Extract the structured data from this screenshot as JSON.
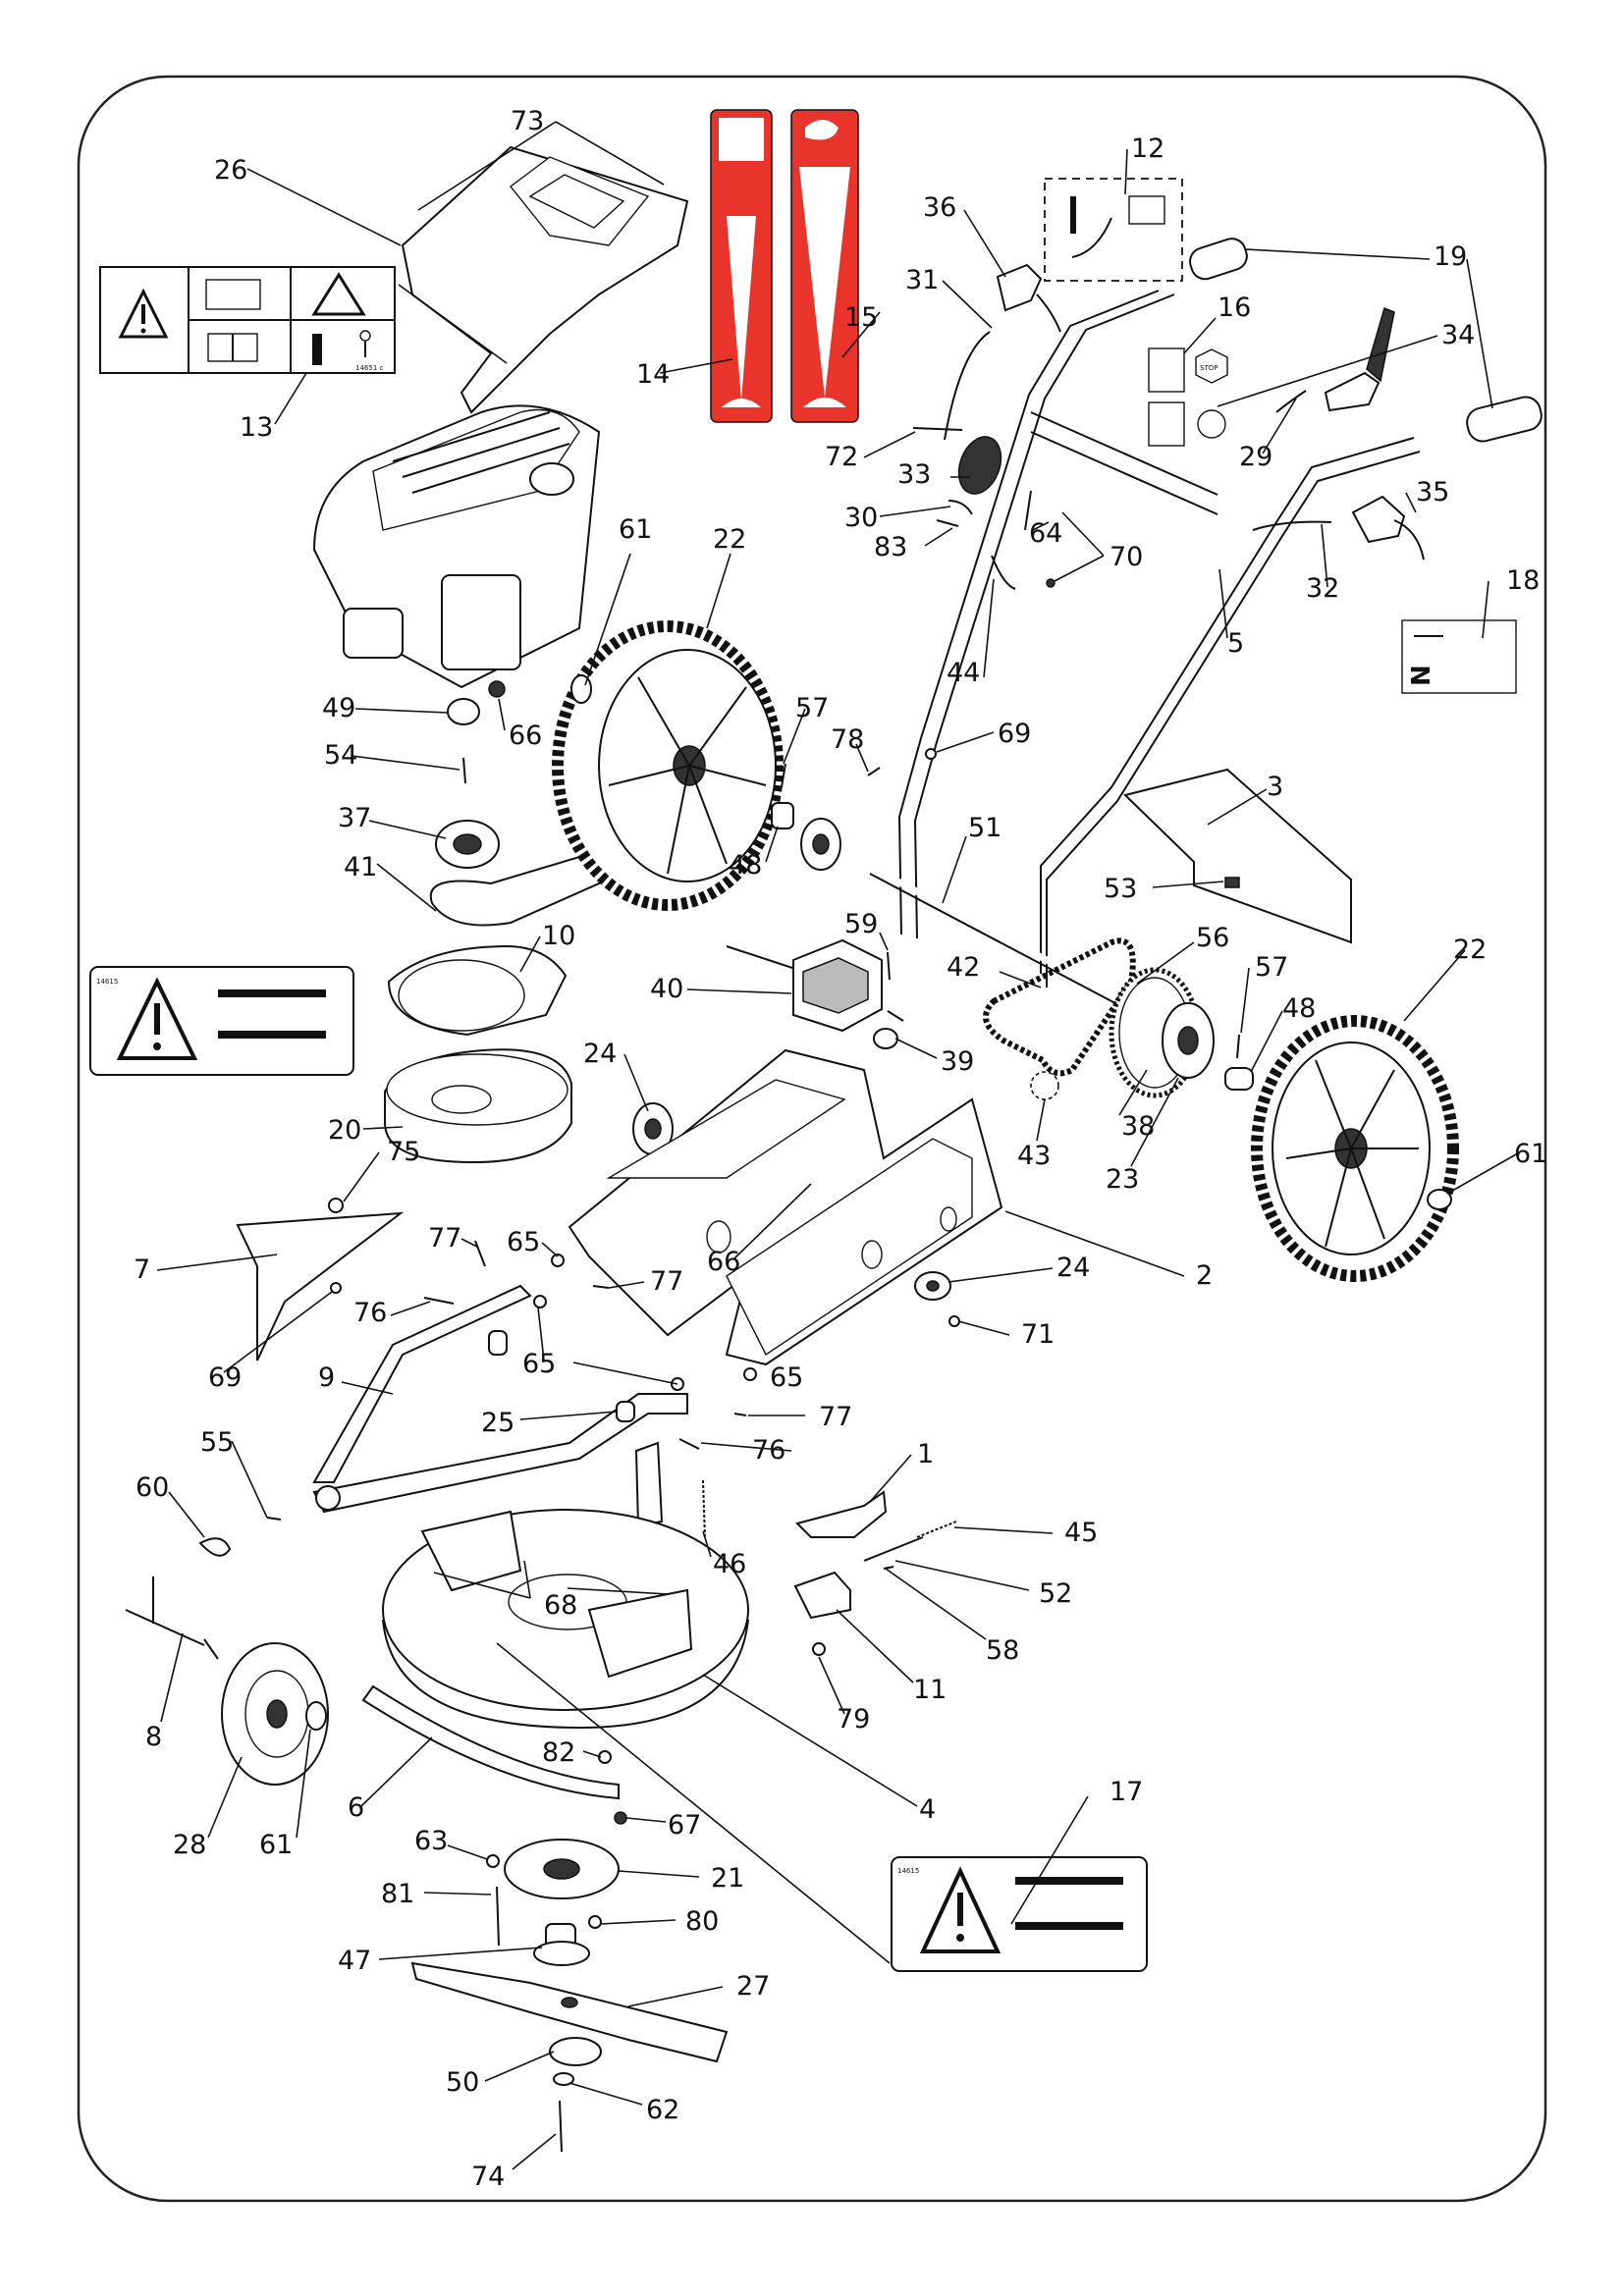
{
  "diagram": {
    "callouts": [
      {
        "id": "73",
        "label": "73"
      },
      {
        "id": "26",
        "label": "26"
      },
      {
        "id": "14",
        "label": "14"
      },
      {
        "id": "15",
        "label": "15"
      },
      {
        "id": "12",
        "label": "12"
      },
      {
        "id": "36",
        "label": "36"
      },
      {
        "id": "31",
        "label": "31"
      },
      {
        "id": "19",
        "label": "19"
      },
      {
        "id": "16",
        "label": "16"
      },
      {
        "id": "34",
        "label": "34"
      },
      {
        "id": "13",
        "label": "13"
      },
      {
        "id": "72",
        "label": "72"
      },
      {
        "id": "33",
        "label": "33"
      },
      {
        "id": "29",
        "label": "29"
      },
      {
        "id": "30",
        "label": "30"
      },
      {
        "id": "35",
        "label": "35"
      },
      {
        "id": "83",
        "label": "83"
      },
      {
        "id": "64",
        "label": "64"
      },
      {
        "id": "70",
        "label": "70"
      },
      {
        "id": "32",
        "label": "32"
      },
      {
        "id": "18",
        "label": "18"
      },
      {
        "id": "61",
        "label": "61"
      },
      {
        "id": "22",
        "label": "22"
      },
      {
        "id": "5",
        "label": "5"
      },
      {
        "id": "44",
        "label": "44"
      },
      {
        "id": "49",
        "label": "49"
      },
      {
        "id": "66",
        "label": "66"
      },
      {
        "id": "57",
        "label": "57"
      },
      {
        "id": "69",
        "label": "69"
      },
      {
        "id": "78",
        "label": "78"
      },
      {
        "id": "54",
        "label": "54"
      },
      {
        "id": "3",
        "label": "3"
      },
      {
        "id": "37",
        "label": "37"
      },
      {
        "id": "51",
        "label": "51"
      },
      {
        "id": "48",
        "label": "48"
      },
      {
        "id": "41",
        "label": "41"
      },
      {
        "id": "53",
        "label": "53"
      },
      {
        "id": "22b",
        "label": "22"
      },
      {
        "id": "10",
        "label": "10"
      },
      {
        "id": "56",
        "label": "56"
      },
      {
        "id": "59",
        "label": "59"
      },
      {
        "id": "57b",
        "label": "57"
      },
      {
        "id": "42",
        "label": "42"
      },
      {
        "id": "40",
        "label": "40"
      },
      {
        "id": "48b",
        "label": "48"
      },
      {
        "id": "39",
        "label": "39"
      },
      {
        "id": "24",
        "label": "24"
      },
      {
        "id": "20",
        "label": "20"
      },
      {
        "id": "38",
        "label": "38"
      },
      {
        "id": "43",
        "label": "43"
      },
      {
        "id": "23",
        "label": "23"
      },
      {
        "id": "61b",
        "label": "61"
      },
      {
        "id": "75",
        "label": "75"
      },
      {
        "id": "77",
        "label": "77"
      },
      {
        "id": "65",
        "label": "65"
      },
      {
        "id": "66b",
        "label": "66"
      },
      {
        "id": "2",
        "label": "2"
      },
      {
        "id": "7",
        "label": "7"
      },
      {
        "id": "77b",
        "label": "77"
      },
      {
        "id": "24b",
        "label": "24"
      },
      {
        "id": "76",
        "label": "76"
      },
      {
        "id": "71",
        "label": "71"
      },
      {
        "id": "69b",
        "label": "69"
      },
      {
        "id": "65b",
        "label": "65"
      },
      {
        "id": "65c",
        "label": "65"
      },
      {
        "id": "9",
        "label": "9"
      },
      {
        "id": "25",
        "label": "25"
      },
      {
        "id": "77c",
        "label": "77"
      },
      {
        "id": "55",
        "label": "55"
      },
      {
        "id": "76b",
        "label": "76"
      },
      {
        "id": "1",
        "label": "1"
      },
      {
        "id": "60",
        "label": "60"
      },
      {
        "id": "46",
        "label": "46"
      },
      {
        "id": "45",
        "label": "45"
      },
      {
        "id": "68",
        "label": "68"
      },
      {
        "id": "52",
        "label": "52"
      },
      {
        "id": "58",
        "label": "58"
      },
      {
        "id": "8",
        "label": "8"
      },
      {
        "id": "11",
        "label": "11"
      },
      {
        "id": "79",
        "label": "79"
      },
      {
        "id": "82",
        "label": "82"
      },
      {
        "id": "4",
        "label": "4"
      },
      {
        "id": "6",
        "label": "6"
      },
      {
        "id": "17",
        "label": "17"
      },
      {
        "id": "67",
        "label": "67"
      },
      {
        "id": "28",
        "label": "28"
      },
      {
        "id": "61c",
        "label": "61"
      },
      {
        "id": "63",
        "label": "63"
      },
      {
        "id": "21",
        "label": "21"
      },
      {
        "id": "81",
        "label": "81"
      },
      {
        "id": "80",
        "label": "80"
      },
      {
        "id": "47",
        "label": "47"
      },
      {
        "id": "27",
        "label": "27"
      },
      {
        "id": "50",
        "label": "50"
      },
      {
        "id": "62",
        "label": "62"
      },
      {
        "id": "74",
        "label": "74"
      }
    ],
    "decal_code_13": "14651 c",
    "decal_code_warning": "14615",
    "stop_label": "STOP",
    "shifter_n_label": "N",
    "colors": {
      "decal_red": "#e8342a",
      "ink": "#111111",
      "frame": "#222222"
    }
  }
}
